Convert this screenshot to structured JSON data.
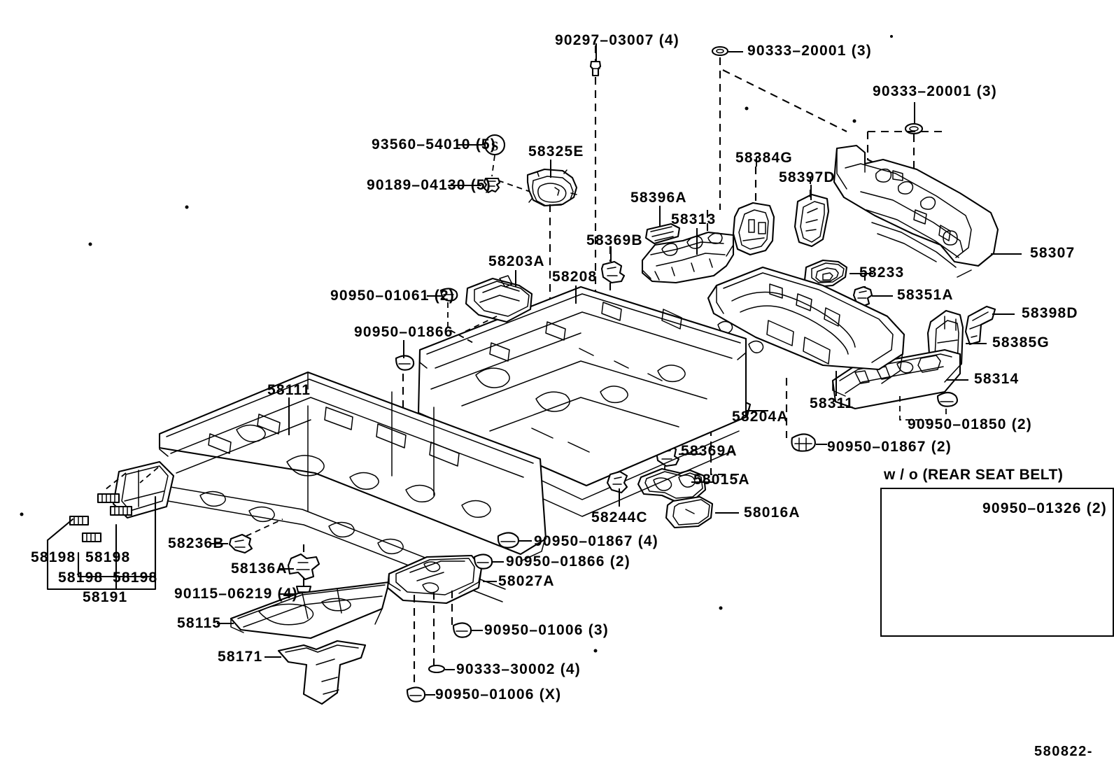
{
  "diagram": {
    "title": "Toyota Floor Pan & Rear Floor Panel Parts Diagram",
    "corner_code": "580822-",
    "inset": {
      "title": "w / o (REAR SEAT BELT)",
      "callout": "90950–01326 (2)"
    }
  },
  "labels": {
    "l_90297_03007": "90297–03007 (4)",
    "l_90333_20001_a": "90333–20001 (3)",
    "l_90333_20001_b": "90333–20001 (3)",
    "l_93560_54010": "93560–54010 (5)",
    "l_90189_04130": "90189–04130 (5)",
    "l_58325E": "58325E",
    "l_58384G": "58384G",
    "l_58397D": "58397D",
    "l_58396A": "58396A",
    "l_58313": "58313",
    "l_58369B": "58369B",
    "l_58307": "58307",
    "l_58233": "58233",
    "l_58351A": "58351A",
    "l_58398D": "58398D",
    "l_58385G": "58385G",
    "l_58314": "58314",
    "l_58311": "58311",
    "l_58203A": "58203A",
    "l_58208": "58208",
    "l_90950_01061": "90950–01061 (2)",
    "l_90950_01866_a": "90950–01866",
    "l_58111": "58111",
    "l_58204A": "58204A",
    "l_58369A": "58369A",
    "l_58015A": "58015A",
    "l_58016A": "58016A",
    "l_58244C": "58244C",
    "l_90950_01850": "90950–01850 (2)",
    "l_90950_01867_b": "90950–01867 (2)",
    "l_90950_01867_a": "90950–01867 (4)",
    "l_90950_01866_b": "90950–01866 (2)",
    "l_58027A": "58027A",
    "l_90950_01006_3": "90950–01006 (3)",
    "l_90333_30002": "90333–30002 (4)",
    "l_90950_01006_x": "90950–01006 (X)",
    "l_58198_1": "58198",
    "l_58198_2": "58198",
    "l_58198_3": "58198",
    "l_58198_4": "58198",
    "l_58191": "58191",
    "l_58236B": "58236B",
    "l_58136A": "58136A",
    "l_90115_06219": "90115–06219 (4)",
    "l_58115": "58115",
    "l_58171": "58171"
  }
}
